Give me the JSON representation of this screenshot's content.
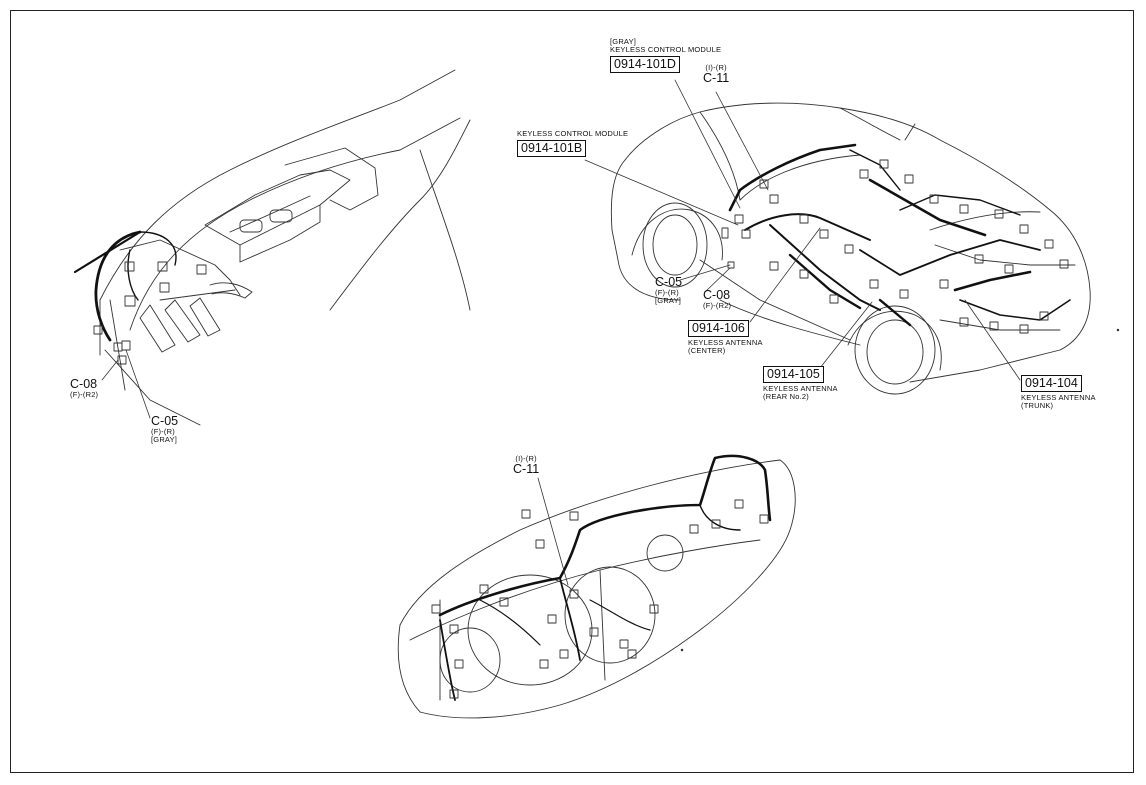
{
  "diagram": {
    "left_view": {
      "c08": {
        "code": "C-08",
        "pos": "(F)-(R2)"
      },
      "c05": {
        "code": "C-05",
        "pos": "(F)-(R)",
        "color": "[GRAY]"
      }
    },
    "car_view": {
      "module_d": {
        "color": "[GRAY]",
        "name": "KEYLESS CONTROL MODULE",
        "ref": "0914-101D"
      },
      "c11": {
        "pos": "(I)-(R)",
        "code": "C-11"
      },
      "module_b": {
        "name": "KEYLESS CONTROL MODULE",
        "ref": "0914-101B"
      },
      "c05": {
        "code": "C-05",
        "pos": "(F)-(R)",
        "color": "[GRAY]"
      },
      "c08": {
        "code": "C-08",
        "pos": "(F)-(R2)"
      },
      "ant_center": {
        "ref": "0914-106",
        "name": "KEYLESS ANTENNA",
        "sub": "(CENTER)"
      },
      "ant_rear2": {
        "ref": "0914-105",
        "name": "KEYLESS ANTENNA",
        "sub": "(REAR No.2)"
      },
      "ant_trunk": {
        "ref": "0914-104",
        "name": "KEYLESS ANTENNA",
        "sub": "(TRUNK)"
      }
    },
    "dash_view": {
      "c11": {
        "pos": "(I)-(R)",
        "code": "C-11"
      }
    }
  }
}
